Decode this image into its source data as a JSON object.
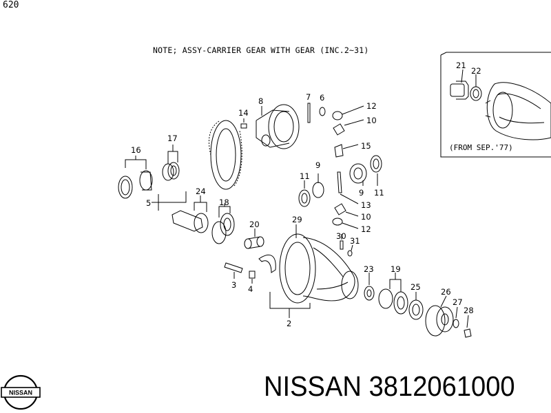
{
  "page": {
    "number": "620"
  },
  "note": "NOTE; ASSY-CARRIER GEAR WITH GEAR (INC.2~31)",
  "inset": {
    "caption": "(FROM SEP.'77)"
  },
  "callouts": {
    "c2": "2",
    "c3": "3",
    "c4": "4",
    "c5": "5",
    "c6": "6",
    "c7": "7",
    "c8": "8",
    "c9a": "9",
    "c9b": "9",
    "c10a": "10",
    "c10b": "10",
    "c11a": "11",
    "c11b": "11",
    "c12a": "12",
    "c12b": "12",
    "c13": "13",
    "c14": "14",
    "c15": "15",
    "c16": "16",
    "c17": "17",
    "c18": "18",
    "c19": "19",
    "c20": "20",
    "c21": "21",
    "c22": "22",
    "c23": "23",
    "c24": "24",
    "c25": "25",
    "c26": "26",
    "c27": "27",
    "c28": "28",
    "c29": "29",
    "c30": "30",
    "c31": "31"
  },
  "logo": {
    "text": "NISSAN"
  },
  "footer": {
    "brand": "NISSAN",
    "part_number": "3812061000"
  }
}
